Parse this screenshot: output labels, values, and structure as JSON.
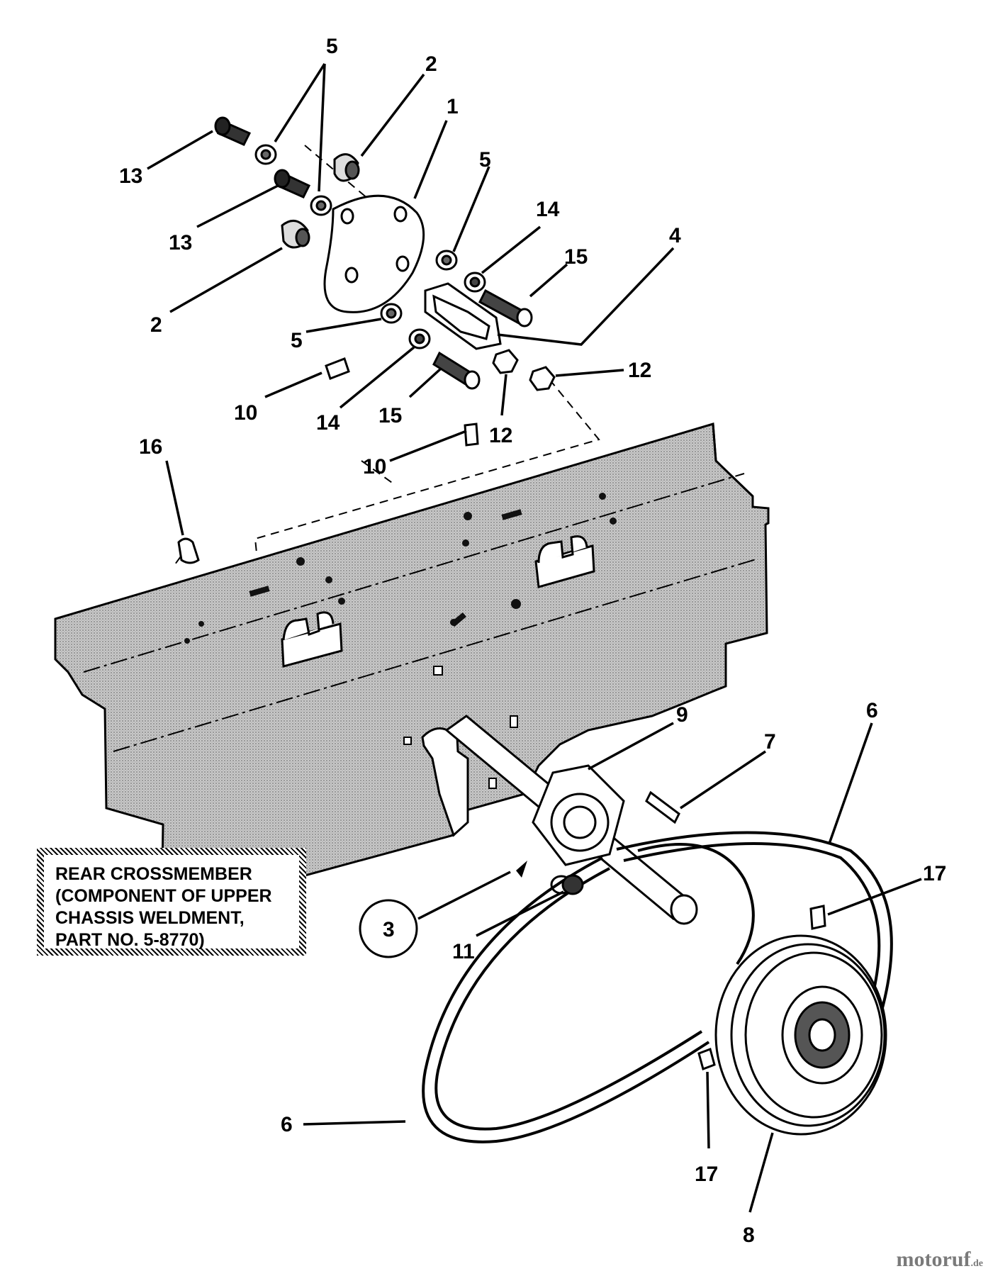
{
  "note": {
    "lines": [
      "REAR CROSSMEMBER",
      "(COMPONENT OF UPPER",
      "CHASSIS WELDMENT,",
      "PART NO. 5-8770)"
    ]
  },
  "callouts": {
    "c1": "1",
    "c2a": "2",
    "c2b": "2",
    "c3": "3",
    "c4": "4",
    "c5a": "5",
    "c5b": "5",
    "c5c": "5",
    "c6a": "6",
    "c6b": "6",
    "c7": "7",
    "c8": "8",
    "c9": "9",
    "c10a": "10",
    "c10b": "10",
    "c11": "11",
    "c12a": "12",
    "c12b": "12",
    "c13a": "13",
    "c13b": "13",
    "c14a": "14",
    "c14b": "14",
    "c15a": "15",
    "c15b": "15",
    "c16": "16",
    "c17a": "17",
    "c17b": "17"
  },
  "watermark": {
    "name": "motoruf",
    "tld": ".de"
  }
}
